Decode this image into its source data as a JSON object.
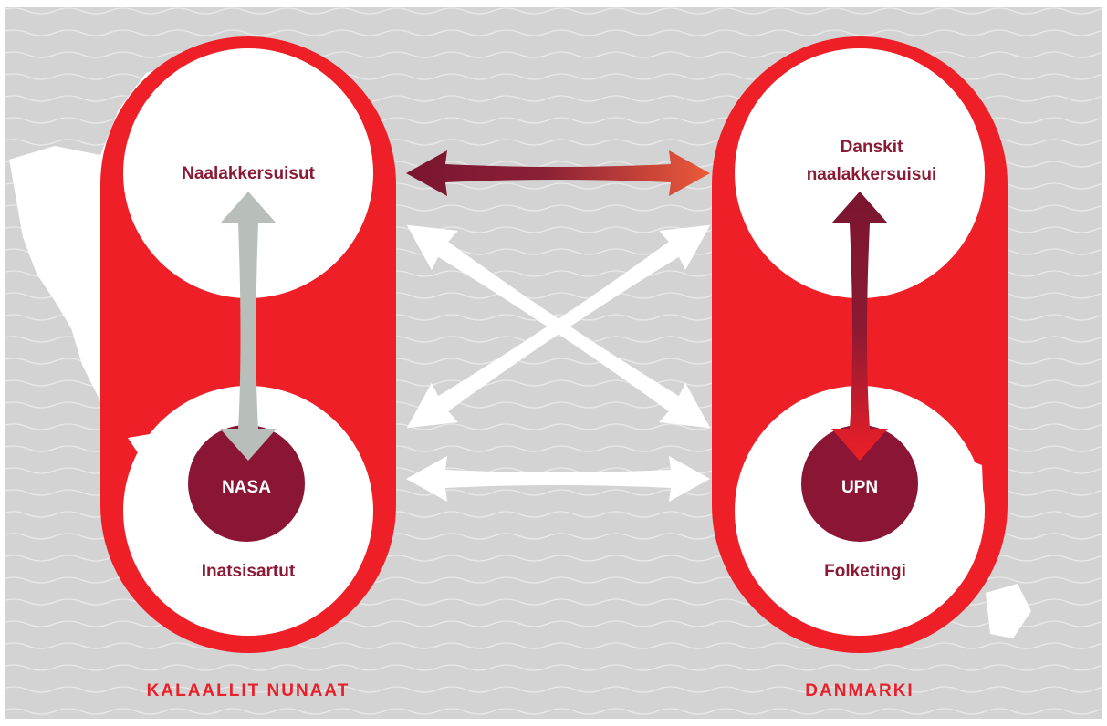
{
  "colors": {
    "background": "#d3d3d3",
    "wave": "#e9e9e9",
    "land": "#ffffff",
    "frame": "#ee1f27",
    "node_fill": "#8b1535",
    "label_dark": "#8b1a35",
    "arrow_gray": "#b8bfbb",
    "arrow_white": "#ffffff",
    "arrow_dark": "#7a1530",
    "arrow_orange": "#ec5a3a",
    "arrow_red": "#ee1f27"
  },
  "regions": {
    "left": {
      "label": "KALAALLIT NUNAAT"
    },
    "right": {
      "label": "DANMARKI"
    }
  },
  "nodes": {
    "left_top": {
      "label": "Naalakkersuisut"
    },
    "left_bottom": {
      "label": "Inatsisartut"
    },
    "left_inner": {
      "label": "NASA"
    },
    "right_top": {
      "line1": "Danskit",
      "line2": "naalakkersuisui"
    },
    "right_bottom": {
      "label": "Folketingi"
    },
    "right_inner": {
      "label": "UPN"
    }
  },
  "connections": [
    {
      "from": "Naalakkersuisut",
      "to": "Danskit naalakkersuisui",
      "style": "gradient-dark-to-orange",
      "direction": "both"
    },
    {
      "from": "Naalakkersuisut",
      "to": "Folketingi",
      "style": "white",
      "direction": "both"
    },
    {
      "from": "Inatsisartut",
      "to": "Danskit naalakkersuisui",
      "style": "white",
      "direction": "both"
    },
    {
      "from": "Inatsisartut",
      "to": "Folketingi",
      "style": "white",
      "direction": "both"
    },
    {
      "from": "Naalakkersuisut",
      "to": "NASA",
      "style": "gray",
      "direction": "both"
    },
    {
      "from": "Danskit naalakkersuisui",
      "to": "UPN",
      "style": "gradient-dark-to-red",
      "direction": "both"
    }
  ]
}
